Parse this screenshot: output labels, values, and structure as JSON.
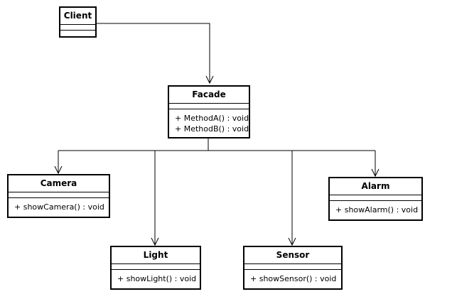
{
  "classes": {
    "client": {
      "name": "Client",
      "operations": []
    },
    "facade": {
      "name": "Facade",
      "operations": [
        "+ MethodA() : void",
        "+ MethodB() : void"
      ]
    },
    "camera": {
      "name": "Camera",
      "operations": [
        "+ showCamera() : void"
      ]
    },
    "light": {
      "name": "Light",
      "operations": [
        "+ showLight() : void"
      ]
    },
    "sensor": {
      "name": "Sensor",
      "operations": [
        "+ showSensor() : void"
      ]
    },
    "alarm": {
      "name": "Alarm",
      "operations": [
        "+ showAlarm() : void"
      ]
    }
  },
  "associations": [
    {
      "from": "client",
      "to": "facade",
      "type": "directed-association"
    },
    {
      "from": "facade",
      "to": "camera",
      "type": "directed-association"
    },
    {
      "from": "facade",
      "to": "light",
      "type": "directed-association"
    },
    {
      "from": "facade",
      "to": "sensor",
      "type": "directed-association"
    },
    {
      "from": "facade",
      "to": "alarm",
      "type": "directed-association"
    }
  ]
}
